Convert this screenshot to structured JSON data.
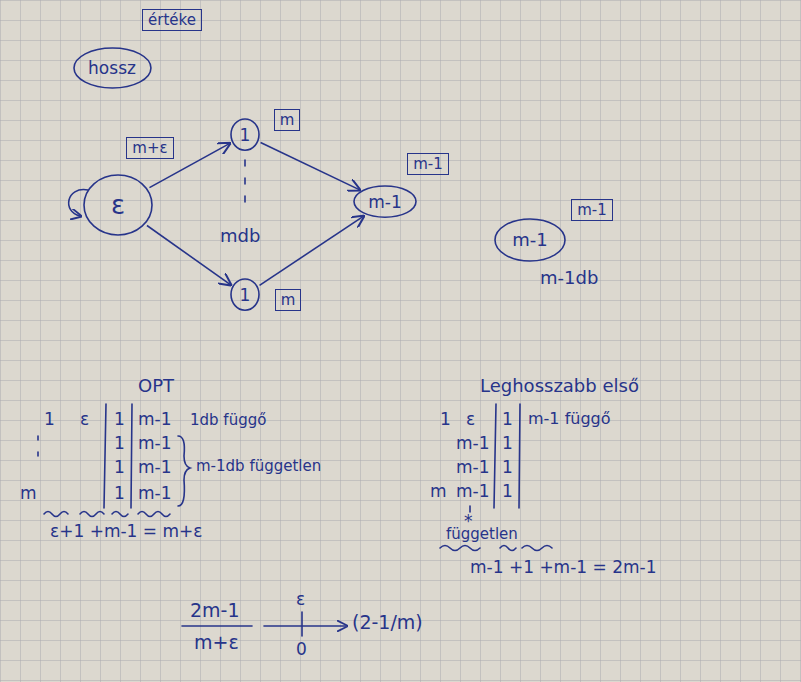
{
  "diagram": {
    "nodes": [
      {
        "text": [
          "hossz"
        ]
      },
      {
        "text": [
          "értéke"
        ]
      },
      {
        "text": [
          "ε"
        ]
      },
      {
        "text": [
          "m+ε"
        ]
      },
      {
        "text": [
          "1"
        ]
      },
      {
        "text": [
          "m"
        ]
      },
      {
        "text": [
          "1"
        ]
      },
      {
        "text": [
          "m"
        ]
      },
      {
        "text": [
          "m-1"
        ]
      },
      {
        "text": [
          "m-1"
        ]
      },
      {
        "text": [
          "m-1"
        ]
      },
      {
        "text": [
          "m-1"
        ]
      }
    ],
    "edges": [
      {
        "from": 2,
        "to": 4,
        "arrow": "to"
      },
      {
        "from": 2,
        "to": 6,
        "arrow": "to"
      },
      {
        "from": 4,
        "to": 8,
        "arrow": "to"
      },
      {
        "from": 6,
        "to": 8,
        "arrow": "to"
      }
    ],
    "labels": [
      "mdb",
      "m-1db",
      "OPT",
      "1",
      "ε",
      "1",
      "m-1",
      "1db függő",
      "1",
      "m-1",
      "1",
      "m-1",
      "m-1db független",
      "m",
      "1",
      "m-1",
      "ε+1 +m-1 = m+ε",
      "Leghosszabb első",
      "1",
      "ε",
      "1",
      "m-1 függő",
      "m-1",
      "1",
      "m-1",
      "1",
      "m",
      "m-1",
      "1",
      "*",
      "független",
      "m-1 +1 +m-1 = 2m-1",
      "2m-1",
      "m+ε",
      "ε",
      "0",
      "(2-1/m)"
    ]
  }
}
